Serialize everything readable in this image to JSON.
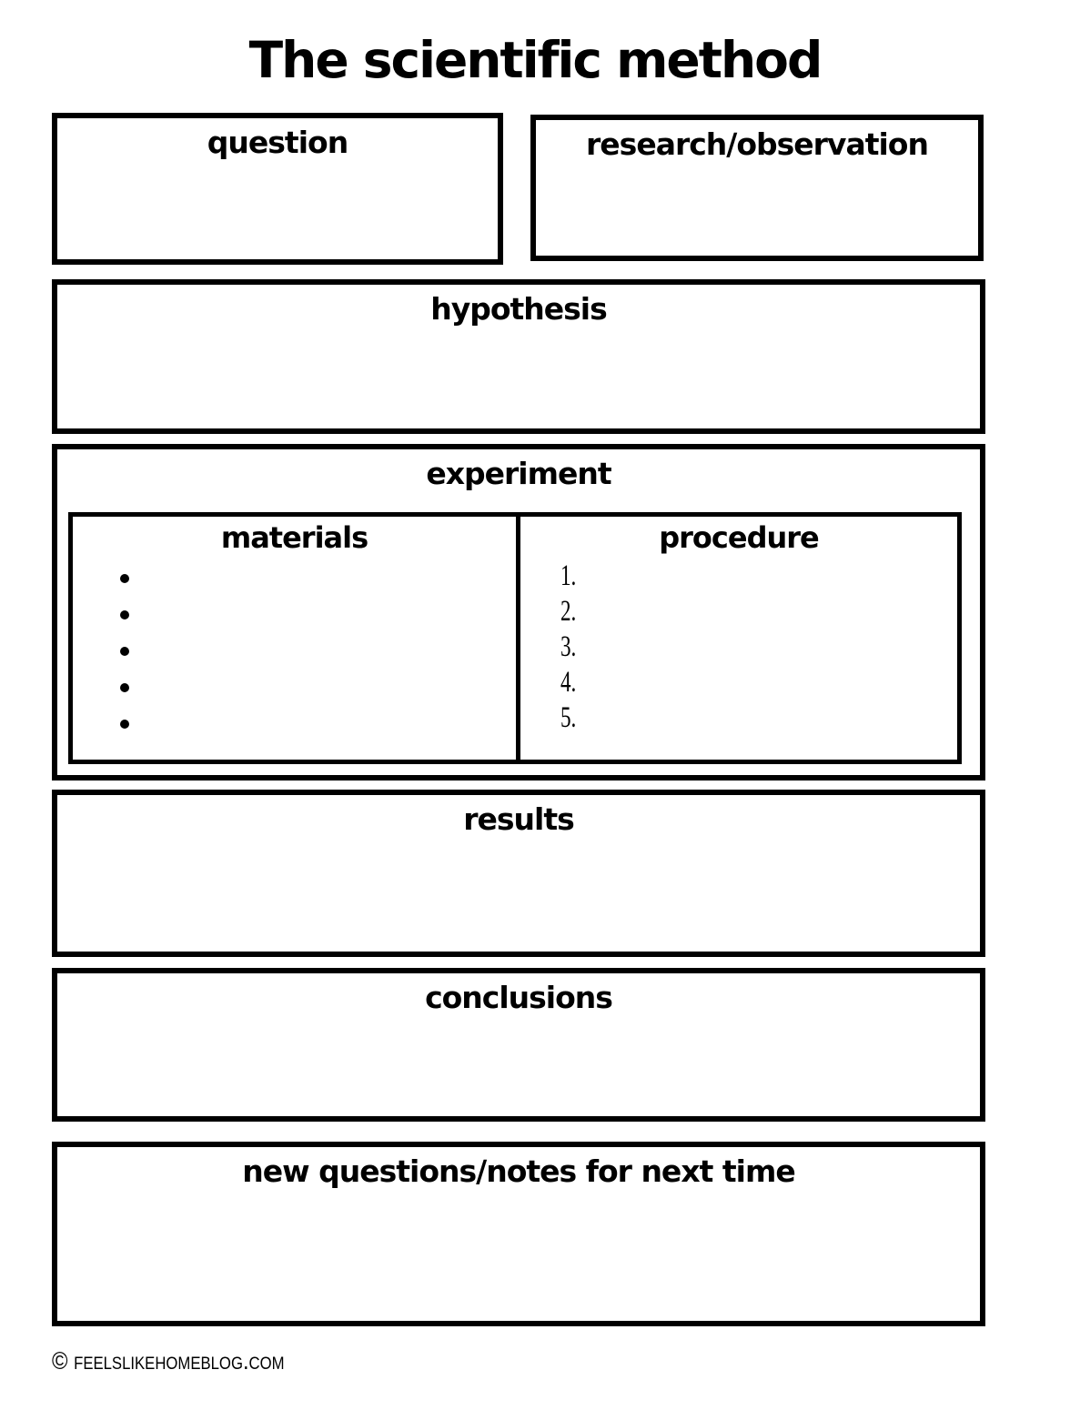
{
  "page": {
    "title": "The scientific method",
    "footer": "© feelslikehomeblog.com"
  },
  "colors": {
    "ink": "#000000",
    "paper": "#ffffff"
  },
  "sections": {
    "question": {
      "label": "question"
    },
    "research": {
      "label": "research/observation"
    },
    "hypothesis": {
      "label": "hypothesis"
    },
    "experiment": {
      "label": "experiment",
      "materials": {
        "label": "materials",
        "bullet_count": 5
      },
      "procedure": {
        "label": "procedure",
        "numbers": [
          "1.",
          "2.",
          "3.",
          "4.",
          "5."
        ]
      }
    },
    "results": {
      "label": "results"
    },
    "conclusions": {
      "label": "conclusions"
    },
    "new_questions": {
      "label": "new questions/notes for next time"
    }
  }
}
